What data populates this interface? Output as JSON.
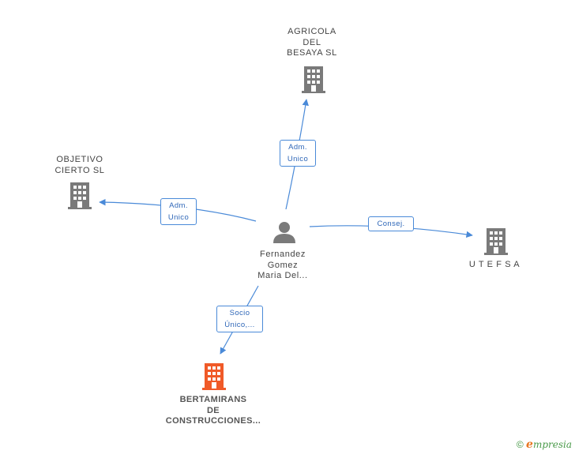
{
  "nodes": {
    "center": {
      "lines": [
        "Fernandez",
        "Gomez",
        "Maria Del..."
      ]
    },
    "agricola": {
      "lines": [
        "AGRICOLA",
        "DEL",
        "BESAYA SL"
      ]
    },
    "objetivo": {
      "lines": [
        "OBJETIVO",
        "CIERTO SL"
      ]
    },
    "utefsa": {
      "lines": [
        "U T E F S A"
      ]
    },
    "bertamirans": {
      "lines": [
        "BERTAMIRANS",
        "DE",
        "CONSTRUCCIONES..."
      ]
    }
  },
  "edges": {
    "to_agricola": {
      "lines": [
        "Adm.",
        "Unico"
      ]
    },
    "to_objetivo": {
      "lines": [
        "Adm.",
        "Unico"
      ]
    },
    "to_utefsa": {
      "lines": [
        "Consej."
      ]
    },
    "to_bertamirans": {
      "lines": [
        "Socio",
        "Único,..."
      ]
    }
  },
  "colors": {
    "edge": "#4a8ad8",
    "building": "#7a7a7a",
    "main_building": "#f05a28",
    "person": "#7a7a7a"
  },
  "footer": {
    "copyright": "©",
    "brand_initial": "e",
    "brand_rest": "mpresia"
  }
}
